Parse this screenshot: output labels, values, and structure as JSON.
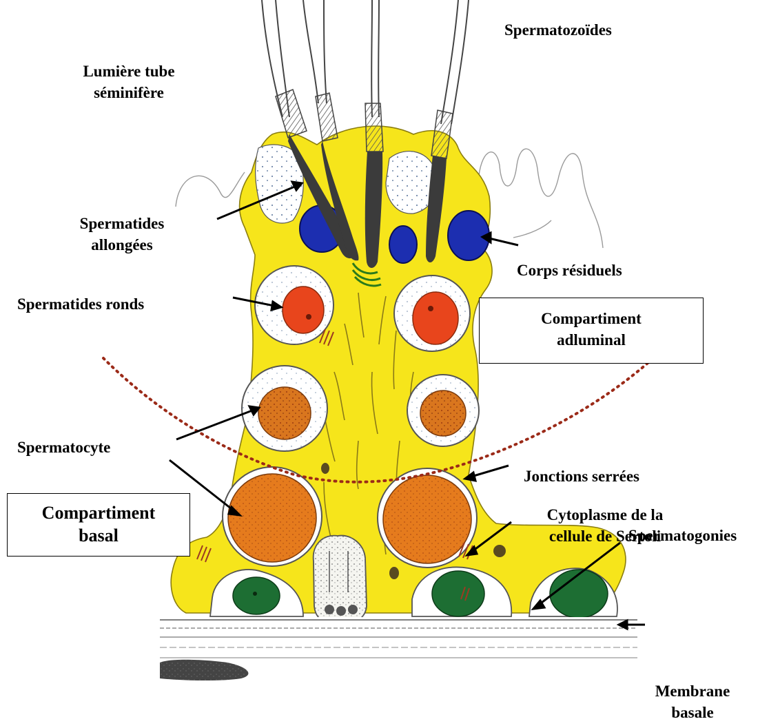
{
  "labels": {
    "spermatozoides": "Spermatozoïdes",
    "lumiere_line1": "Lumière tube",
    "lumiere_line2": "séminifère",
    "sp_allongees_line1": "Spermatides",
    "sp_allongees_line2": "allongées",
    "corps_residuels": "Corps résiduels",
    "sp_ronds": "Spermatides ronds",
    "spermatocyte": "Spermatocyte",
    "jonctions": "Jonctions serrées",
    "cyto_line1": "Cytoplasme de la",
    "cyto_line2": "cellule de Sertoli",
    "spermatogonies": "Spermatogonies",
    "membrane_line1": "Membrane",
    "membrane_line2": "basale"
  },
  "boxes": {
    "adluminal_line1": "Compartiment",
    "adluminal_line2": "adluminal",
    "basal_line1": "Compartiment",
    "basal_line2": "basal"
  },
  "colors": {
    "sertoli_cytoplasm": "#f6e51b",
    "residual_body_blue": "#1c2eb0",
    "round_spermatid_nucleus": "#e8451c",
    "spermatocyte_nucleus": "#d9761e",
    "spermatogonia_nucleus": "#1d6e33",
    "tight_junction_line": "#9b3a22",
    "flagellum_dark": "#3b3b3b"
  }
}
